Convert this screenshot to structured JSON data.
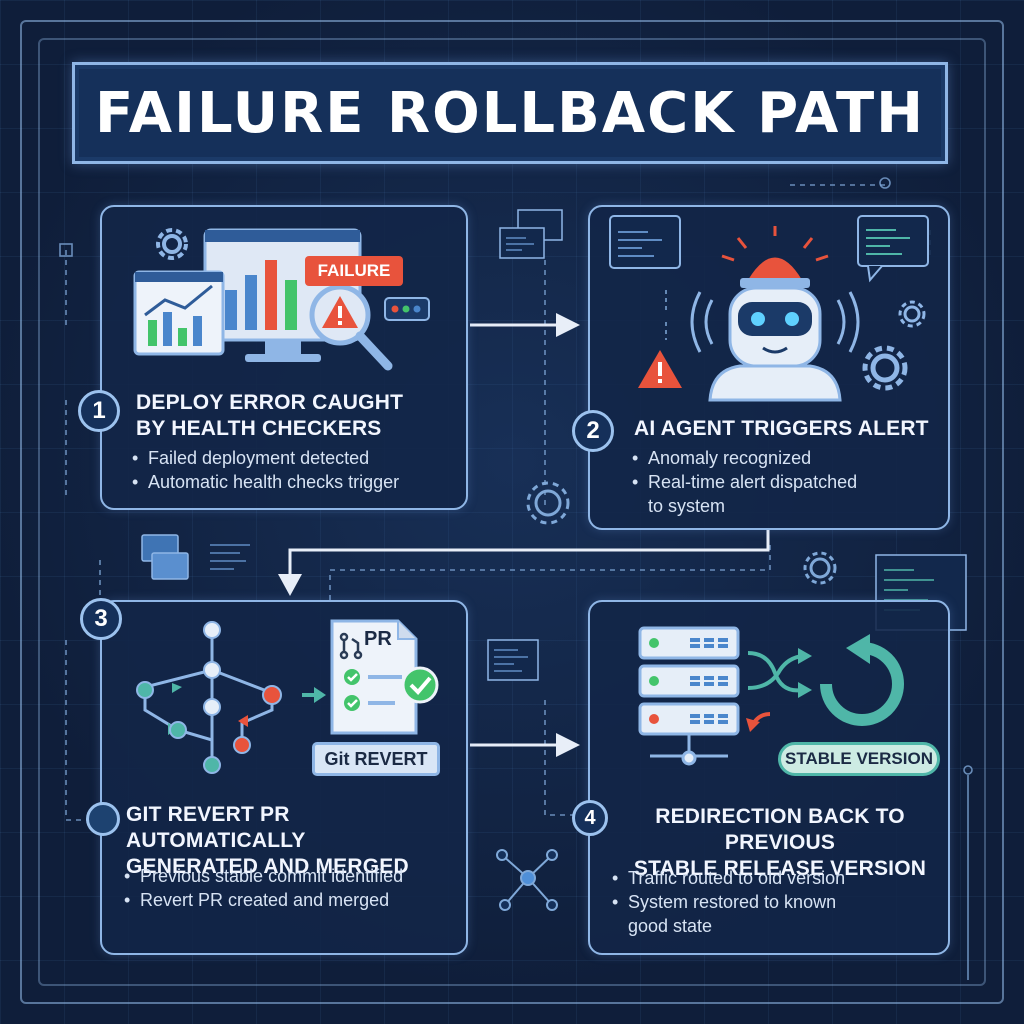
{
  "title": "FAILURE ROLLBACK PATH",
  "colors": {
    "accent": "#8fb6e6",
    "alert": "#e8533c",
    "success": "#43c46b",
    "teal": "#4fb6a8"
  },
  "steps": [
    {
      "number": "1",
      "heading": "DEPLOY ERROR CAUGHT\nBY HEALTH CHECKERS",
      "bullets": [
        "Failed deployment detected",
        "Automatic health checks trigger"
      ],
      "tag": "FAILURE",
      "icons": [
        "monitor-chart-icon",
        "magnifier-warning-icon",
        "gear-icon"
      ]
    },
    {
      "number": "2",
      "heading": "AI AGENT TRIGGERS ALERT",
      "bullets": [
        "Anomaly recognized",
        "Real-time alert dispatched\nto system"
      ],
      "icons": [
        "robot-alarm-icon",
        "warning-icon",
        "gear-icon"
      ]
    },
    {
      "number": "3",
      "heading": "GIT REVERT PR AUTOMATICALLY\nGENERATED AND MERGED",
      "bullets": [
        "Previous stable commit identified",
        "Revert PR created and merged"
      ],
      "tag": "Git REVERT",
      "pr_label": "PR",
      "icons": [
        "git-graph-icon",
        "pr-document-icon"
      ]
    },
    {
      "number": "4",
      "heading": "REDIRECTION BACK TO PREVIOUS\nSTABLE RELEASE VERSION",
      "bullets": [
        "Traffic routed to old version",
        "System restored to known\ngood state"
      ],
      "tag": "STABLE VERSION",
      "icons": [
        "server-stack-icon",
        "restore-arrow-icon"
      ]
    }
  ]
}
